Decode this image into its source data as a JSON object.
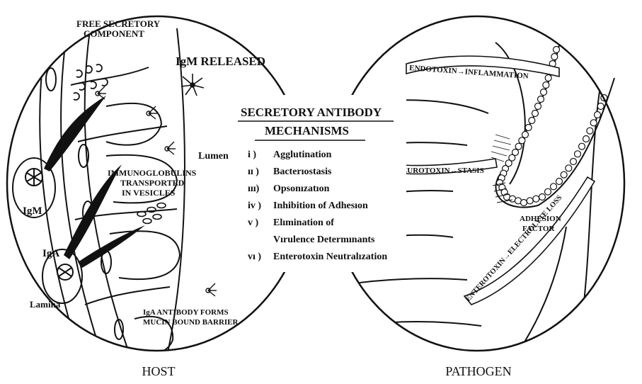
{
  "diagram": {
    "left_caption": "HOST",
    "right_caption": "PATHOGEN",
    "center": {
      "title_line1": "SECRETORY ANTIBODY",
      "title_line2": "MECHANISMS",
      "mechanisms": [
        {
          "num": "i )",
          "text": "Agglutination"
        },
        {
          "num": "ıı )",
          "text": "Bacterıostasis"
        },
        {
          "num": "ııı)",
          "text": "Opsonızatıon"
        },
        {
          "num": "iv )",
          "text": "Inhibition of Adhesıon"
        },
        {
          "num": "v )",
          "text": "Elımination of"
        },
        {
          "num": "",
          "text": "Vırulence Determınants"
        },
        {
          "num": "vı )",
          "text": "Enterotoxin Neutralızation"
        }
      ]
    },
    "host": {
      "free_sc_line1": "FREE SECRETORY",
      "free_sc_line2": "COMPONENT",
      "igm_released": "IgM RELEASED",
      "lumen": "Lumen",
      "igm": "IgM",
      "iga": "IgA",
      "lamina": "Lamina",
      "ig_transport_line1": "IMMUNOGLOBULINS",
      "ig_transport_line2": "TRANSPORTED",
      "ig_transport_line3": "IN VESICLES",
      "barrier_line1": "IgA ANTIBODY FORMS",
      "barrier_line2": "MUCIN BOUND BARRIER"
    },
    "pathogen": {
      "endotoxin": "ENDOTOXIN→INFLAMMATION",
      "neurotoxin": "NEUROTOXIN→STASIS",
      "adhesion_line1": "ADHESION",
      "adhesion_line2": "FACTOR",
      "enterotoxin": "ENTEROTOXIN→ELECTROLYTE LOSS"
    }
  }
}
